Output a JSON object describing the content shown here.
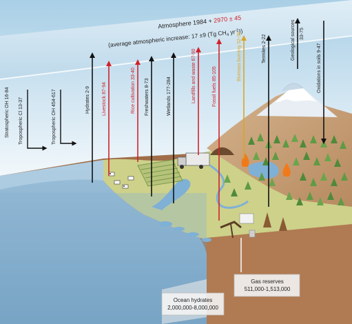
{
  "atmosphere": {
    "line1_prefix": "Atmosphere 1984 + ",
    "line1_value": "2970 ± 45",
    "line2_a": "(average atmospheric increase: 17 ±9 (Tg CH",
    "line2_sub": "4",
    "line2_b": " yr",
    "line2_sup": "-1",
    "line2_c": "))"
  },
  "sinks": [
    {
      "label": "Stratospheric OH  16-84"
    },
    {
      "label": "Tropospheric Cl  13-37"
    },
    {
      "label": "Tropospheric OH  454-617"
    }
  ],
  "sources": [
    {
      "label": "Hydrates  2-9",
      "category": "natural",
      "color": "#111111"
    },
    {
      "label": "Livestock  87-94",
      "category": "agriculture",
      "color": "#d0222a"
    },
    {
      "label": "Rice cultivation  33-40",
      "category": "agriculture",
      "color": "#d0222a"
    },
    {
      "label": "Freshwaters  8-73",
      "category": "natural",
      "color": "#111111"
    },
    {
      "label": "Wetlands  177-284",
      "category": "natural",
      "color": "#111111"
    },
    {
      "label": "Landfills and waste  67-90",
      "category": "anthropogenic",
      "color": "#d0222a"
    },
    {
      "label": "Fossil fuels  85-105",
      "category": "anthropogenic",
      "color": "#d0222a"
    },
    {
      "label": "Biomass burning  32-39",
      "category": "burning",
      "color": "#d7a52a"
    },
    {
      "label": "Termites  2-22",
      "category": "natural",
      "color": "#111111"
    },
    {
      "label": "Geological sources",
      "value": "33-75",
      "category": "natural",
      "color": "#111111"
    },
    {
      "label": "Oxidations in soils  9-47",
      "category": "sink",
      "color": "#111111"
    }
  ],
  "reservoirs": {
    "ocean": {
      "title": "Ocean hydrates",
      "value": "2,000,000-8,000,000"
    },
    "gas": {
      "title": "Gas reserves",
      "value": "511,000-1,513,000"
    }
  },
  "colors": {
    "sky": "#c9e2f0",
    "ocean": "#8fb6d3",
    "land": "#cfd48a",
    "hill": "#c8a27a",
    "soil": "#b07a52",
    "red_arrow": "#d0222a",
    "gold_arrow": "#d7a52a",
    "black_arrow": "#111111"
  }
}
